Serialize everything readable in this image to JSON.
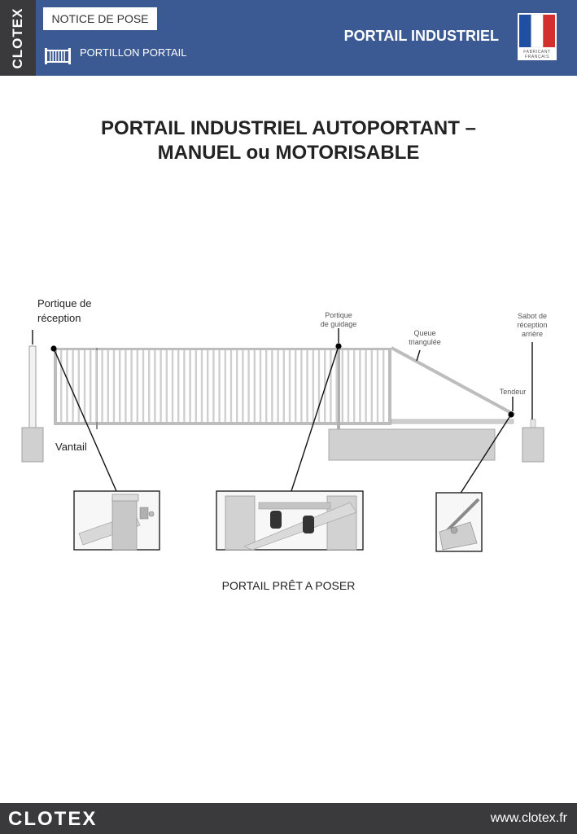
{
  "header": {
    "brand": "CLOTEX",
    "notice_label": "NOTICE DE POSE",
    "category_label": "PORTILLON PORTAIL",
    "section_title": "PORTAIL INDUSTRIEL",
    "badge_text": "FABRICANT FRANÇAIS",
    "flag_colors": [
      "#1f4fa3",
      "#ffffff",
      "#d32f2f"
    ]
  },
  "title": {
    "line1": "PORTAIL INDUSTRIEL AUTOPORTANT –",
    "line2": "MANUEL ou MOTORISABLE"
  },
  "diagram": {
    "labels": {
      "portique_reception_1": "Portique de",
      "portique_reception_2": "réception",
      "vantail": "Vantail",
      "portique_guidage_1": "Portique",
      "portique_guidage_2": "de guidage",
      "queue_1": "Queue",
      "queue_2": "triangulée",
      "tendeur": "Tendeur",
      "sabot_1": "Sabot de",
      "sabot_2": "réception",
      "sabot_3": "arrière"
    }
  },
  "caption": "PORTAIL PRÊT A POSER",
  "footer": {
    "brand": "CLOTEX",
    "url": "www.clotex.fr"
  }
}
